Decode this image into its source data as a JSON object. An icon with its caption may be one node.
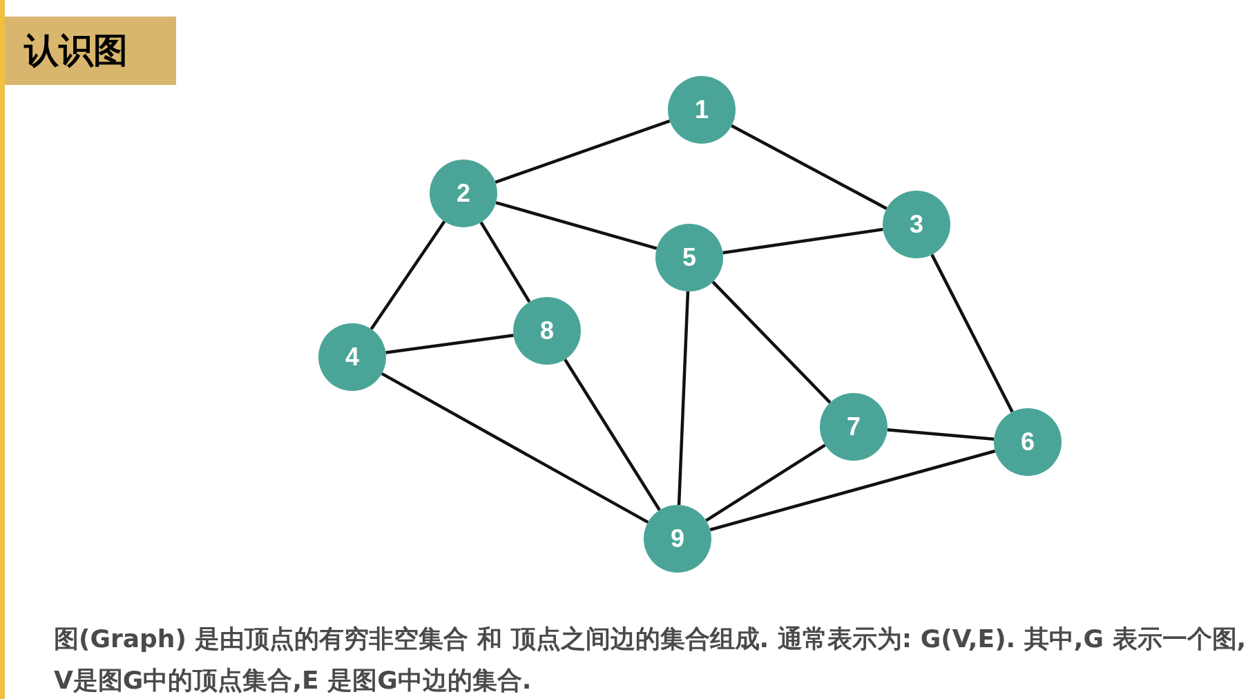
{
  "diagram": {
    "title": "认识图",
    "nodes": [
      {
        "text": [
          "1"
        ]
      },
      {
        "text": [
          "2"
        ]
      },
      {
        "text": [
          "3"
        ]
      },
      {
        "text": [
          "5"
        ]
      },
      {
        "text": [
          "8"
        ]
      },
      {
        "text": [
          "4"
        ]
      },
      {
        "text": [
          "7"
        ]
      },
      {
        "text": [
          "6"
        ]
      },
      {
        "text": [
          "9"
        ]
      }
    ],
    "edges": [
      {
        "from": 0,
        "to": 1,
        "arrow": "none"
      },
      {
        "from": 0,
        "to": 2,
        "arrow": "none"
      },
      {
        "from": 1,
        "to": 3,
        "arrow": "none"
      },
      {
        "from": 1,
        "to": 5,
        "arrow": "none"
      },
      {
        "from": 1,
        "to": 4,
        "arrow": "none"
      },
      {
        "from": 3,
        "to": 2,
        "arrow": "none"
      },
      {
        "from": 2,
        "to": 7,
        "arrow": "none"
      },
      {
        "from": 3,
        "to": 8,
        "arrow": "none"
      },
      {
        "from": 3,
        "to": 6,
        "arrow": "none"
      },
      {
        "from": 5,
        "to": 4,
        "arrow": "none"
      },
      {
        "from": 5,
        "to": 8,
        "arrow": "none"
      },
      {
        "from": 4,
        "to": 8,
        "arrow": "none"
      },
      {
        "from": 6,
        "to": 7,
        "arrow": "none"
      },
      {
        "from": 6,
        "to": 8,
        "arrow": "none"
      },
      {
        "from": 8,
        "to": 7,
        "arrow": "none"
      }
    ],
    "labels": [
      "图(Graph) 是由顶点的有穷非空集合 和 顶点之间边的集合组成. 通常表示为: G(V,E). 其中,G 表示一个图, V是图G中的顶点集合,E 是图G中边的集合."
    ]
  }
}
